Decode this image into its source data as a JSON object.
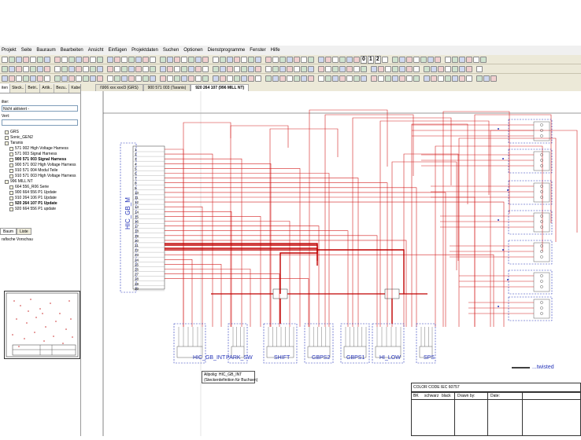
{
  "menubar": {
    "items": [
      "Projekt",
      "Seite",
      "Bauraum",
      "Bearbeiten",
      "Ansicht",
      "Einfügen",
      "Projektdaten",
      "Suchen",
      "Optionen",
      "Dienstprogramme",
      "Fenster",
      "Hilfe"
    ]
  },
  "toolbar": {
    "counters": [
      "0",
      "1",
      "2"
    ]
  },
  "left_panel": {
    "tabs": [
      "iten",
      "Steck..",
      "Betri..",
      "Artik..",
      "Bezu..",
      "Kabe.."
    ],
    "label_filter": "ilter:",
    "filter_value": "Nicht aktiviert -",
    "label_value": "Vert:",
    "tree": [
      {
        "label": "GRS",
        "bold": false
      },
      {
        "label": "Sonic_GEN2",
        "bold": false
      },
      {
        "label": "Taranis",
        "bold": false
      },
      {
        "label": "571 002 High Voltage Harness",
        "bold": false
      },
      {
        "label": "571 003 Signal Harness",
        "bold": false
      },
      {
        "label": "900 571 003 Signal Harness",
        "bold": true
      },
      {
        "label": "900 571 002 High Voltage Harness",
        "bold": false
      },
      {
        "label": "910 571 004 Modul Teile",
        "bold": false
      },
      {
        "label": "910 571 003 High Voltage Harness",
        "bold": false
      },
      {
        "label": "996 MILL NT",
        "bold": false
      },
      {
        "label": "664 556_R06 Serie",
        "bold": false
      },
      {
        "label": "900 664 556 P1 Update",
        "bold": false
      },
      {
        "label": "910 264 106 P1 Update",
        "bold": false
      },
      {
        "label": "920 264 107 P1 Update",
        "bold": true
      },
      {
        "label": "920 664 556 P1 update",
        "bold": false
      }
    ],
    "bottom_tabs": [
      "Baum",
      "Liste"
    ],
    "preview_title": "rafische Vorschau"
  },
  "doc_tabs": [
    {
      "label": "/\\906 xxx xxx/3 (GRS)",
      "active": false
    },
    {
      "label": "900 571 003 (Taranis)",
      "active": false
    },
    {
      "label": "920 264 107 (996 MILL NT)",
      "active": true
    }
  ],
  "diagram": {
    "main_connector": "HIC_GB_M",
    "pins": [
      "1",
      "2",
      "3",
      "4",
      "5",
      "6",
      "7",
      "8",
      "9",
      "10",
      "11",
      "12",
      "13",
      "14",
      "15",
      "16",
      "17",
      "18",
      "19",
      "20",
      "21",
      "22",
      "23",
      "24",
      "25",
      "26",
      "27",
      "28",
      "29",
      "30"
    ],
    "bottom_connectors": [
      "HIC_GB_INT",
      "PARK_SW",
      "SHIFT",
      "GBPS2",
      "GBPS1",
      "HI_LOW",
      "SPS"
    ],
    "twisted_label": "...twisted",
    "tooltip_line1": "Allpolig: HIC_GB_INT",
    "tooltip_line2": "(Steckerdefinition für Buchsen)",
    "color_code_title": "COLOR CODE IEC 60757",
    "color_bk": "BK",
    "color_schwarz": "schwarz",
    "color_black": "black",
    "drawn_by": "Drawn by:",
    "date": "Date:"
  },
  "colors": {
    "wire": "#d42020",
    "frame": "#2433b8",
    "highlight_wire": "#c00000"
  }
}
